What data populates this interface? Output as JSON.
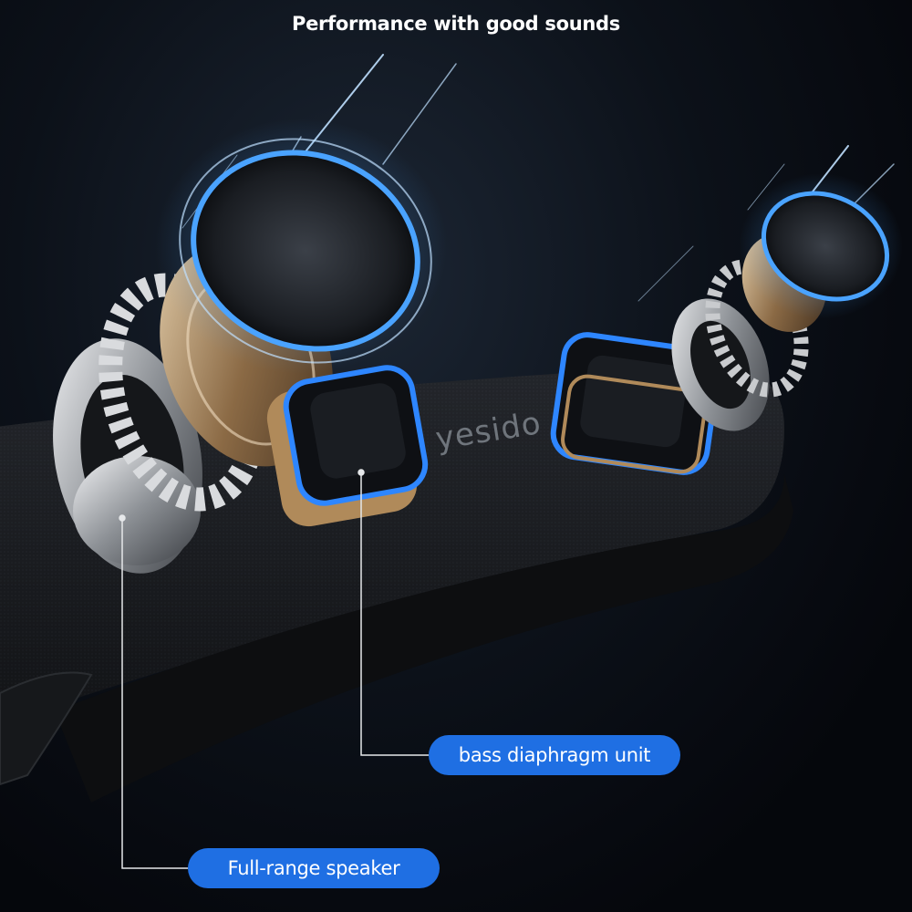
{
  "headline": "Performance with good sounds",
  "brand_logo": "yesido",
  "callouts": {
    "bass": "bass diaphragm unit",
    "full_range": "Full-range speaker"
  },
  "colors": {
    "accent_blue": "#1f6fe3",
    "glow_blue": "#4aa3ff",
    "background": "#05070c"
  }
}
